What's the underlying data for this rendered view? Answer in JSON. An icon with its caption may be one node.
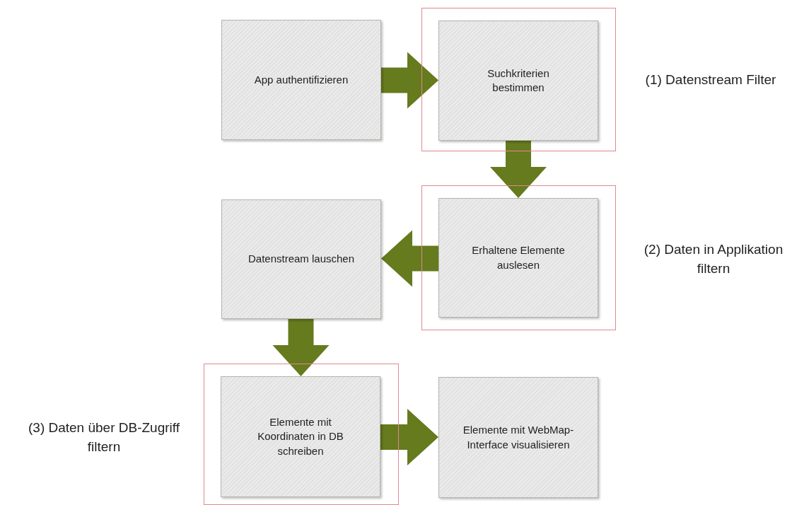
{
  "diagram": {
    "nodes": [
      {
        "text": [
          "App authentifizieren"
        ]
      },
      {
        "text": [
          "(1) Datenstream Filter"
        ]
      },
      {
        "text": [
          "Suchkriterien bestimmen"
        ],
        "in": 1
      },
      {
        "text": [
          "(2) Daten in Applikation filtern"
        ]
      },
      {
        "text": [
          "Erhaltene Elemente auslesen"
        ],
        "in": 3
      },
      {
        "text": [
          "Datenstream lauschen"
        ]
      },
      {
        "text": [
          "(3) Daten über DB-Zugriff filtern"
        ]
      },
      {
        "text": [
          "Elemente mit Koordinaten in DB schreiben"
        ],
        "in": 6
      },
      {
        "text": [
          "Elemente mit WebMap-Interface visualisieren"
        ]
      }
    ],
    "edges": [
      {
        "from": 0,
        "to": 2,
        "arrow": "to",
        "style": "thick"
      },
      {
        "from": 2,
        "to": 4,
        "arrow": "to",
        "style": "thick"
      },
      {
        "from": 4,
        "to": 5,
        "arrow": "to",
        "style": "thick"
      },
      {
        "from": 5,
        "to": 7,
        "arrow": "to",
        "style": "thick"
      },
      {
        "from": 7,
        "to": 8,
        "arrow": "to",
        "style": "thick"
      }
    ]
  }
}
